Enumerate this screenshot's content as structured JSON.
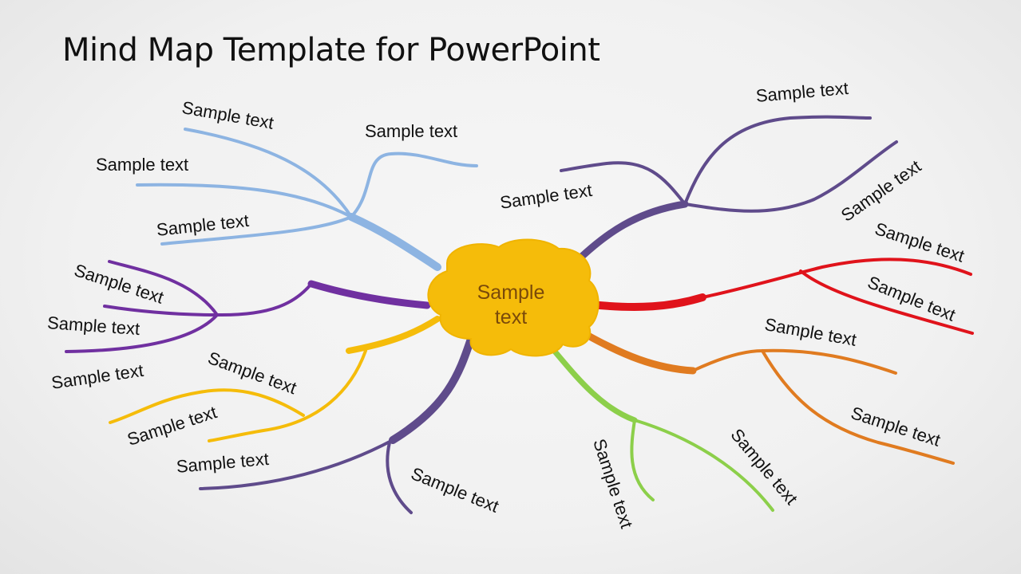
{
  "title": "Mind Map Template for PowerPoint",
  "center": {
    "line1": "Sample",
    "line2": "text",
    "fill": "#f5bc0a",
    "text_color": "#7a4a0a"
  },
  "colors": {
    "light_blue": "#8db4e2",
    "purple": "#7030a0",
    "dark_purple": "#5f4b8b",
    "yellow": "#f5bc0a",
    "red": "#e0131b",
    "orange": "#e07b20",
    "green": "#8ccf4a"
  },
  "labels": [
    {
      "id": "lb1",
      "text": "Sample text",
      "branch": "light-blue"
    },
    {
      "id": "lb2",
      "text": "Sample text",
      "branch": "light-blue"
    },
    {
      "id": "lb3",
      "text": "Sample text",
      "branch": "light-blue"
    },
    {
      "id": "lb4",
      "text": "Sample text",
      "branch": "light-blue"
    },
    {
      "id": "dp1",
      "text": "Sample text",
      "branch": "dark-purple-top"
    },
    {
      "id": "dp2",
      "text": "Sample text",
      "branch": "dark-purple-top"
    },
    {
      "id": "dp3",
      "text": "Sample text",
      "branch": "dark-purple-top"
    },
    {
      "id": "r1",
      "text": "Sample text",
      "branch": "red"
    },
    {
      "id": "r2",
      "text": "Sample text",
      "branch": "red"
    },
    {
      "id": "o1",
      "text": "Sample text",
      "branch": "orange"
    },
    {
      "id": "o2",
      "text": "Sample text",
      "branch": "orange"
    },
    {
      "id": "g1",
      "text": "Sample text",
      "branch": "green"
    },
    {
      "id": "g2",
      "text": "Sample text",
      "branch": "green"
    },
    {
      "id": "pu1",
      "text": "Sample text",
      "branch": "purple"
    },
    {
      "id": "pu2",
      "text": "Sample text",
      "branch": "purple"
    },
    {
      "id": "pu3",
      "text": "Sample text",
      "branch": "purple"
    },
    {
      "id": "y1",
      "text": "Sample text",
      "branch": "yellow"
    },
    {
      "id": "y2",
      "text": "Sample text",
      "branch": "yellow"
    },
    {
      "id": "db1",
      "text": "Sample text",
      "branch": "dark-purple-bottom"
    },
    {
      "id": "db2",
      "text": "Sample text",
      "branch": "dark-purple-bottom"
    }
  ]
}
